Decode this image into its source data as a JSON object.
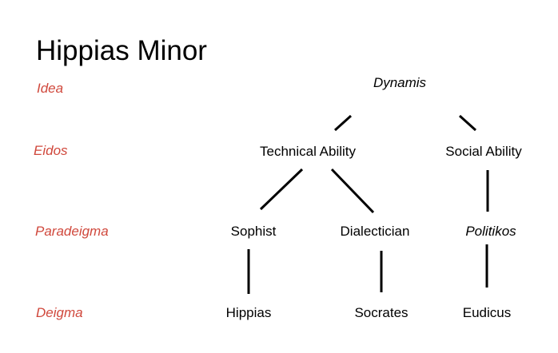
{
  "title": "Hippias Minor",
  "levels": [
    "Idea",
    "Eidos",
    "Paradeigma",
    "Deigma"
  ],
  "nodes": {
    "dynamis": "Dynamis",
    "technical_ability": "Technical Ability",
    "social_ability": "Social Ability",
    "sophist": "Sophist",
    "dialectician": "Dialectician",
    "politikos": "Politikos",
    "hippias": "Hippias",
    "socrates": "Socrates",
    "eudicus": "Eudicus"
  },
  "colors": {
    "level_label": "#d0483c",
    "text": "#000000"
  }
}
